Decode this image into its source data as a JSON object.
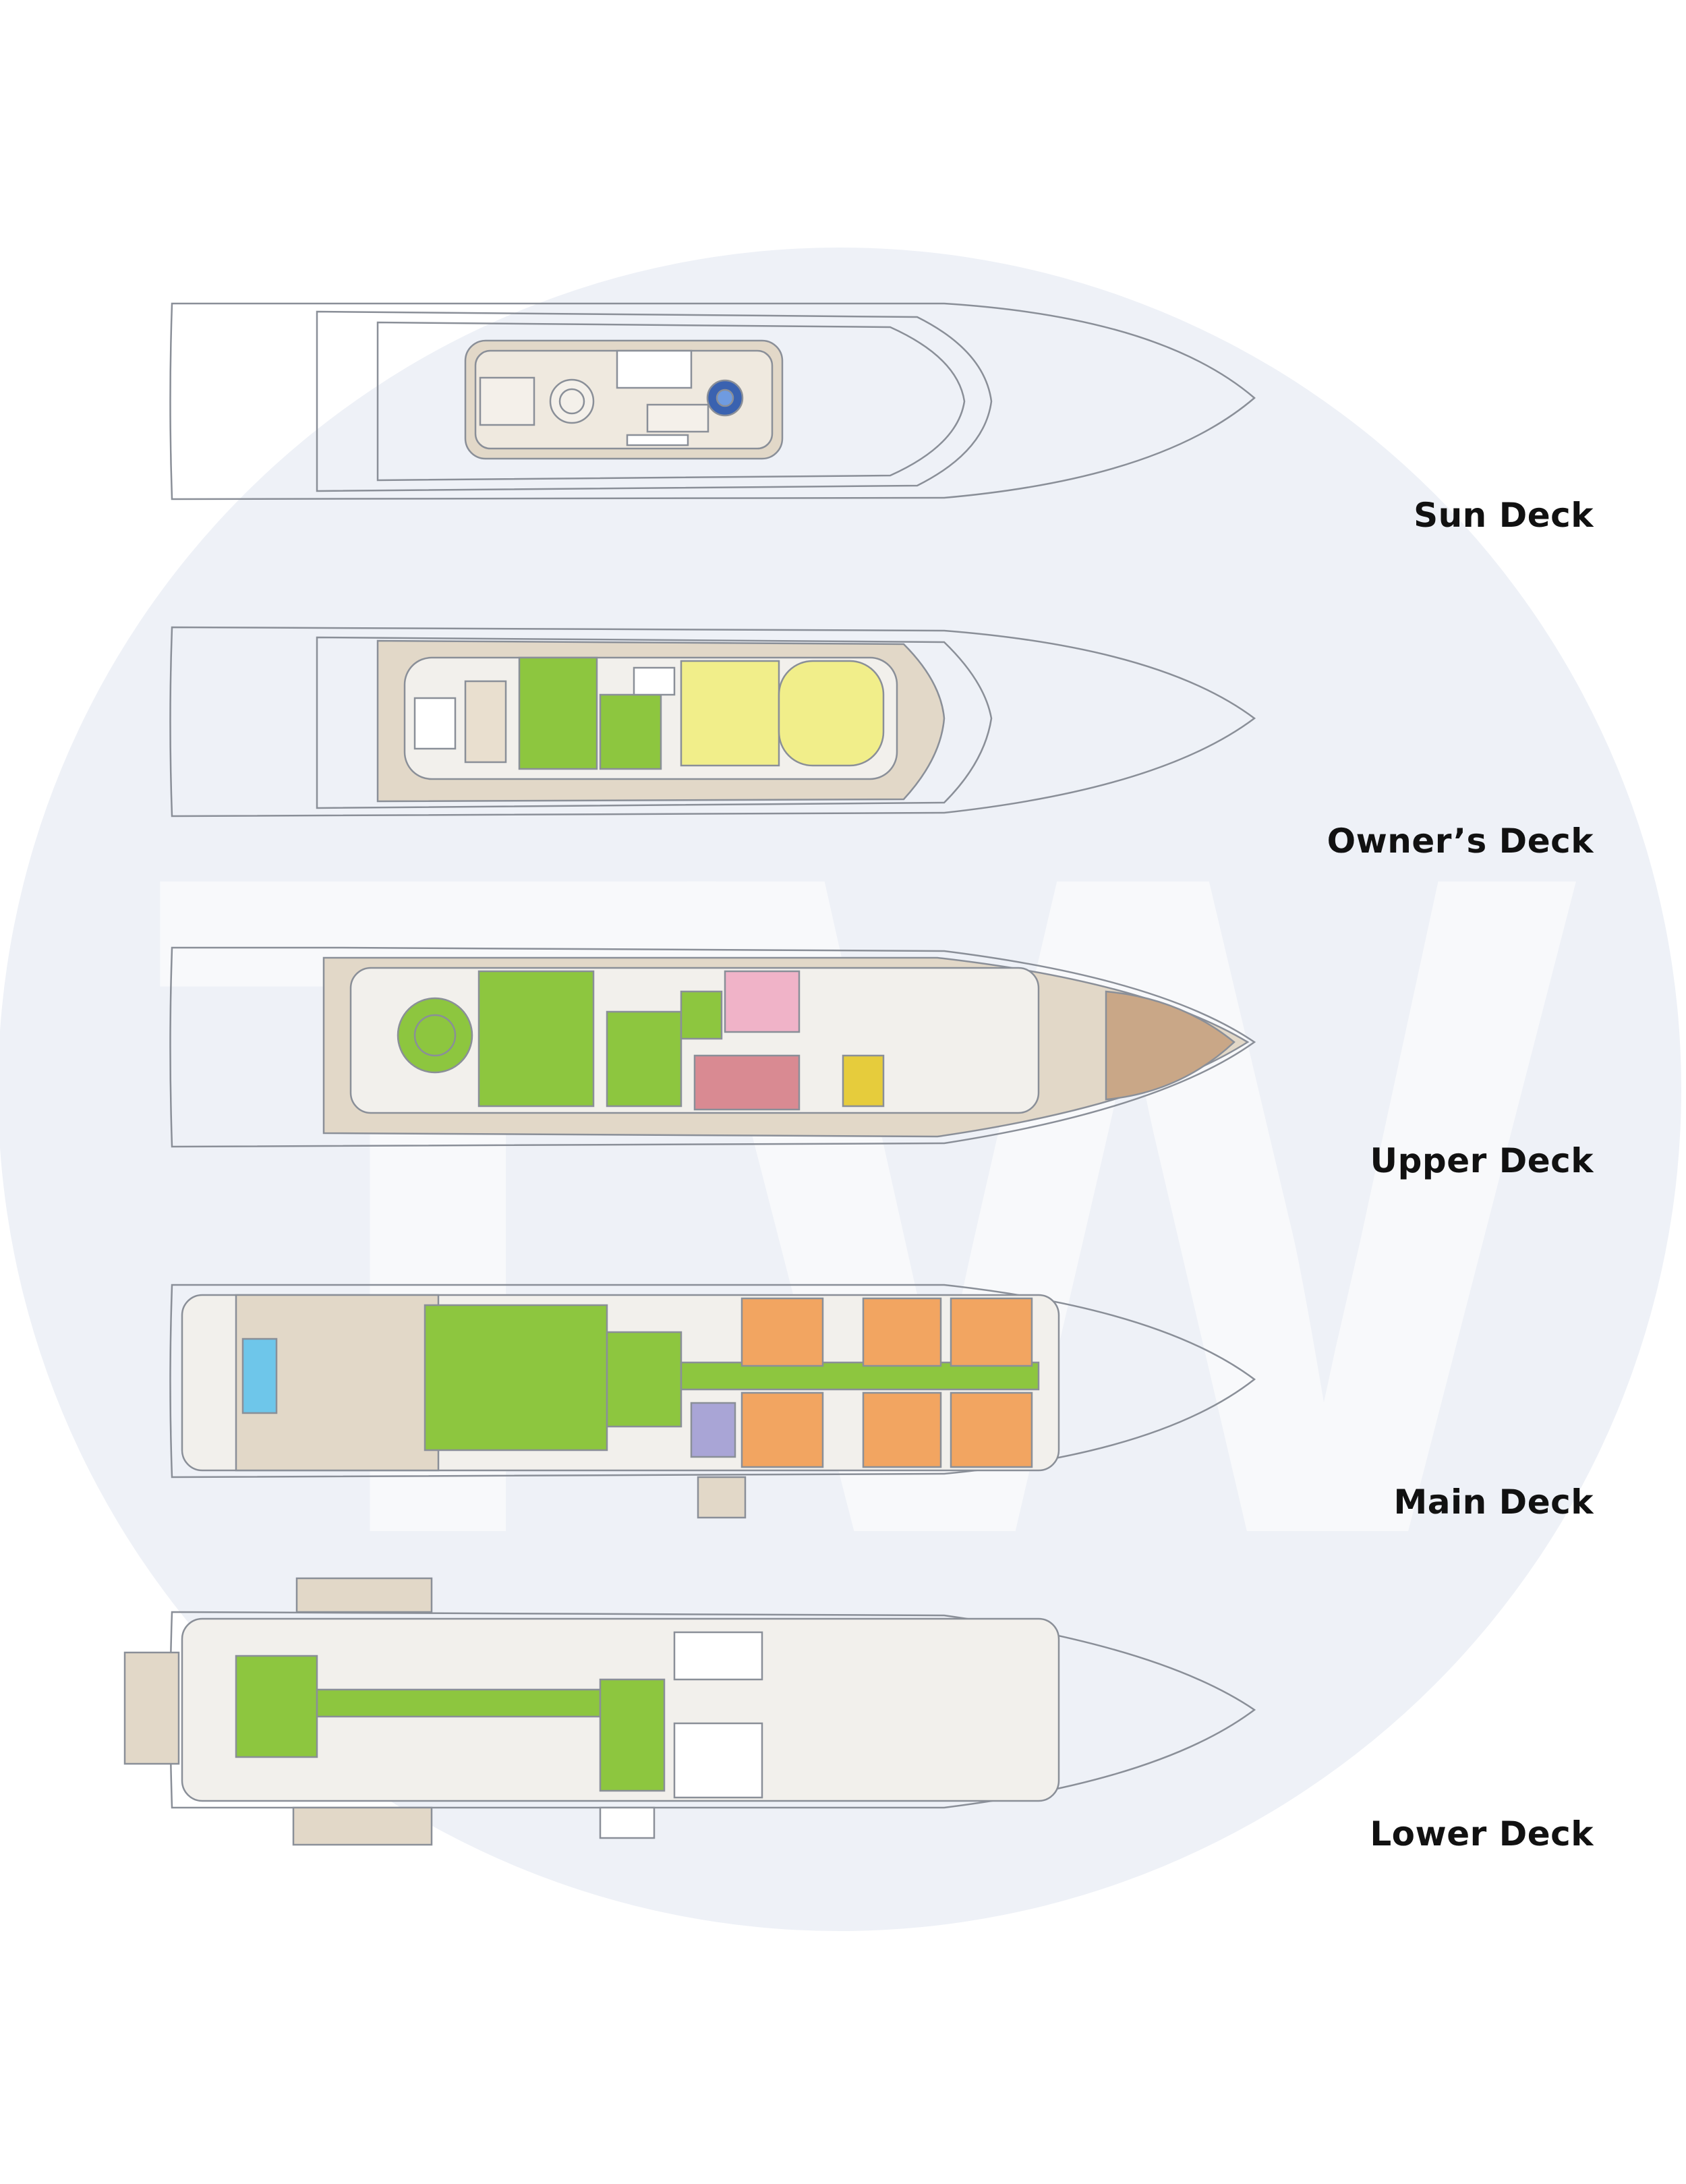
{
  "watermark": {
    "text": "TW",
    "circle_color": "#eef1f7",
    "letter_color": "#f7f8fb"
  },
  "decks": [
    {
      "id": "sun",
      "label": "Sun Deck"
    },
    {
      "id": "owner",
      "label": "Owner’s Deck"
    },
    {
      "id": "upper",
      "label": "Upper Deck"
    },
    {
      "id": "main",
      "label": "Main Deck"
    },
    {
      "id": "lower",
      "label": "Lower Deck"
    }
  ],
  "colors": {
    "hull_line": "#8a8f98",
    "deck_fill": "#e2d8c8",
    "interior_fill": "#f2f0ec",
    "green_zone": "#8dc63f",
    "yellow_zone": "#f1ee8a",
    "pink_zone": "#f0b3c8",
    "rose_zone": "#d98a92",
    "orange_zone": "#f2a561",
    "purple_zone": "#a9a5d6",
    "gold_zone": "#e6cc3c",
    "pool": "#6ec6ea"
  }
}
